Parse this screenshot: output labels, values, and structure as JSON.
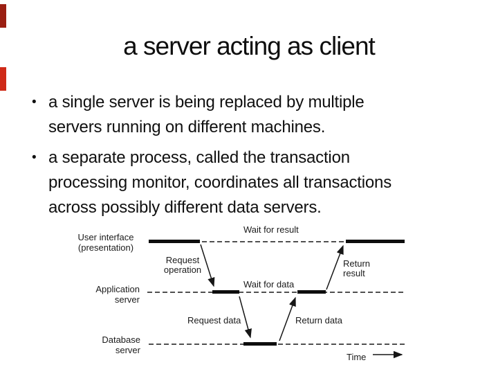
{
  "slide": {
    "title": "a server acting as client",
    "background_color": "#ffffff",
    "text_color": "#101010",
    "bullets": [
      {
        "marker": "•",
        "lines": [
          "a single server is being replaced by multiple",
          "servers running on different machines."
        ]
      },
      {
        "marker": "•",
        "lines": [
          "a separate process, called the transaction",
          "processing monitor, coordinates all transactions",
          "across possibly different data servers."
        ]
      }
    ]
  },
  "figure": {
    "type": "three-tier transaction timing diagram",
    "line_color": "#161616",
    "tier_labels": [
      {
        "line1": "User interface",
        "line2": "(presentation)"
      },
      {
        "line1": "Application",
        "line2": "server"
      },
      {
        "line1": "Database",
        "line2": "server"
      }
    ],
    "annotations": {
      "wait_for_result": "Wait for result",
      "request_operation_line1": "Request",
      "request_operation_line2": "operation",
      "wait_for_data": "Wait for data",
      "return_result_line1": "Return",
      "return_result_line2": "result",
      "request_data": "Request data",
      "return_data": "Return data",
      "time_axis": "Time"
    }
  },
  "decorations": {
    "red_marker_colors": [
      "#9b1f12",
      "#cf2a18"
    ]
  }
}
